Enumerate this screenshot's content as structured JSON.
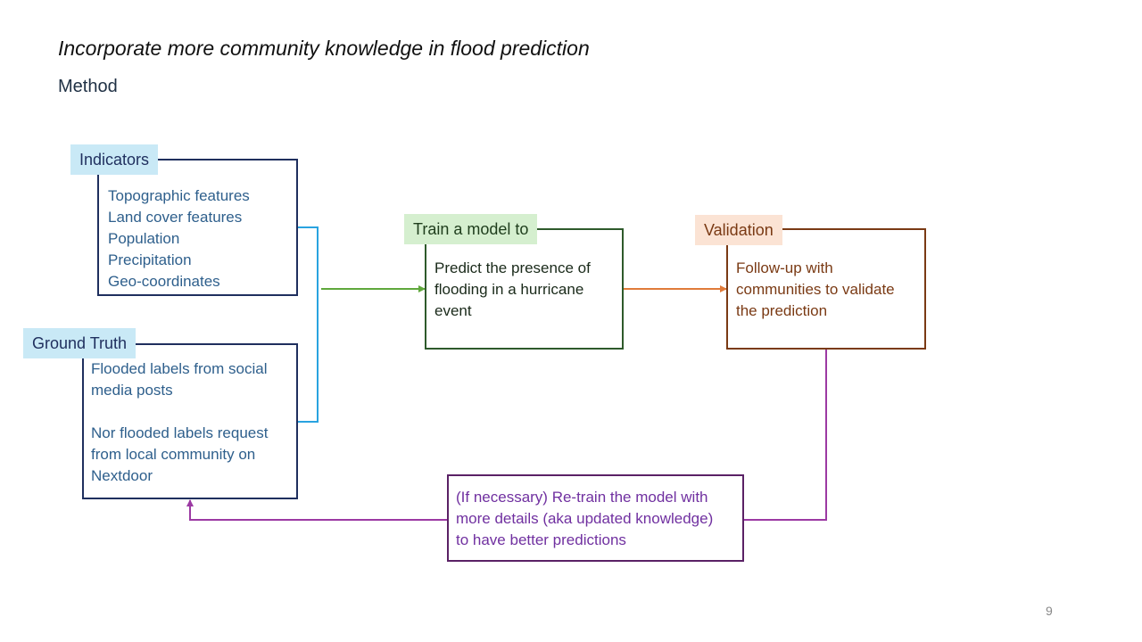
{
  "slide": {
    "title": "Incorporate more community knowledge in flood prediction",
    "subtitle": "Method",
    "page_number": "9"
  },
  "indicators": {
    "label": "Indicators",
    "items": [
      "Topographic features",
      "Land cover features",
      "Population",
      "Precipitation",
      "Geo-coordinates"
    ]
  },
  "ground_truth": {
    "label": "Ground Truth",
    "lines_1": [
      "Flooded labels from social",
      "media posts"
    ],
    "lines_2": [
      "Nor flooded labels request",
      "from local community on",
      "Nextdoor"
    ]
  },
  "train": {
    "label": "Train a model to",
    "lines": [
      "Predict the presence of",
      "flooding in a hurricane",
      "event"
    ]
  },
  "validation": {
    "label": "Validation",
    "lines": [
      "Follow-up with",
      "communities to validate",
      "the prediction"
    ]
  },
  "retrain": {
    "lines": [
      "(If necessary) Re-train the model with",
      "more details (aka updated knowledge)",
      "to have better predictions"
    ]
  },
  "colors": {
    "navy": "#1f2f5e",
    "blue_text": "#2e5f8c",
    "label_bg_blue": "#c9e9f6",
    "bracket_blue": "#29a3e0",
    "green_border": "#2e5a2b",
    "green_bg": "#d5efcf",
    "green_arrow": "#5fa83c",
    "orange_arrow": "#e07b3a",
    "validation_border": "#7a3a14",
    "validation_bg": "#fbe3d4",
    "validation_text": "#7a3a14",
    "purple": "#9c3aa3",
    "purple_border": "#5a2165",
    "purple_text": "#7030a0"
  }
}
